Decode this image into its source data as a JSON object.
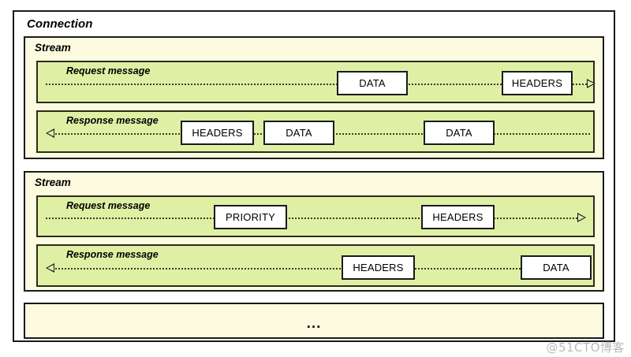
{
  "diagram": {
    "type": "http2-connection-stream-frames",
    "connection": {
      "label": "Connection",
      "streams": [
        {
          "label": "Stream",
          "request": {
            "label": "Request message",
            "direction": "right",
            "arrow_icon": "arrow-right-hollow",
            "frames": [
              {
                "label": "DATA"
              },
              {
                "label": "HEADERS"
              }
            ]
          },
          "response": {
            "label": "Response message",
            "direction": "left",
            "arrow_icon": "arrow-left-hollow",
            "frames": [
              {
                "label": "HEADERS"
              },
              {
                "label": "DATA"
              },
              {
                "label": "DATA"
              }
            ]
          }
        },
        {
          "label": "Stream",
          "request": {
            "label": "Request message",
            "direction": "right",
            "arrow_icon": "arrow-right-hollow",
            "frames": [
              {
                "label": "PRIORITY"
              },
              {
                "label": "HEADERS"
              }
            ]
          },
          "response": {
            "label": "Response message",
            "direction": "left",
            "arrow_icon": "arrow-left-hollow",
            "frames": [
              {
                "label": "HEADERS"
              },
              {
                "label": "DATA"
              }
            ]
          }
        }
      ],
      "more_streams_label": "..."
    }
  },
  "watermark": {
    "text": "@51CTO博客"
  },
  "colors": {
    "page_background": "#ffffff",
    "connection_fill": "#ffffff",
    "stream_fill": "#fcfbe0",
    "message_fill": "#dff0a5",
    "frame_fill": "#ffffff",
    "stroke": "#1a1a1a",
    "watermark": "#b9b9b9"
  }
}
